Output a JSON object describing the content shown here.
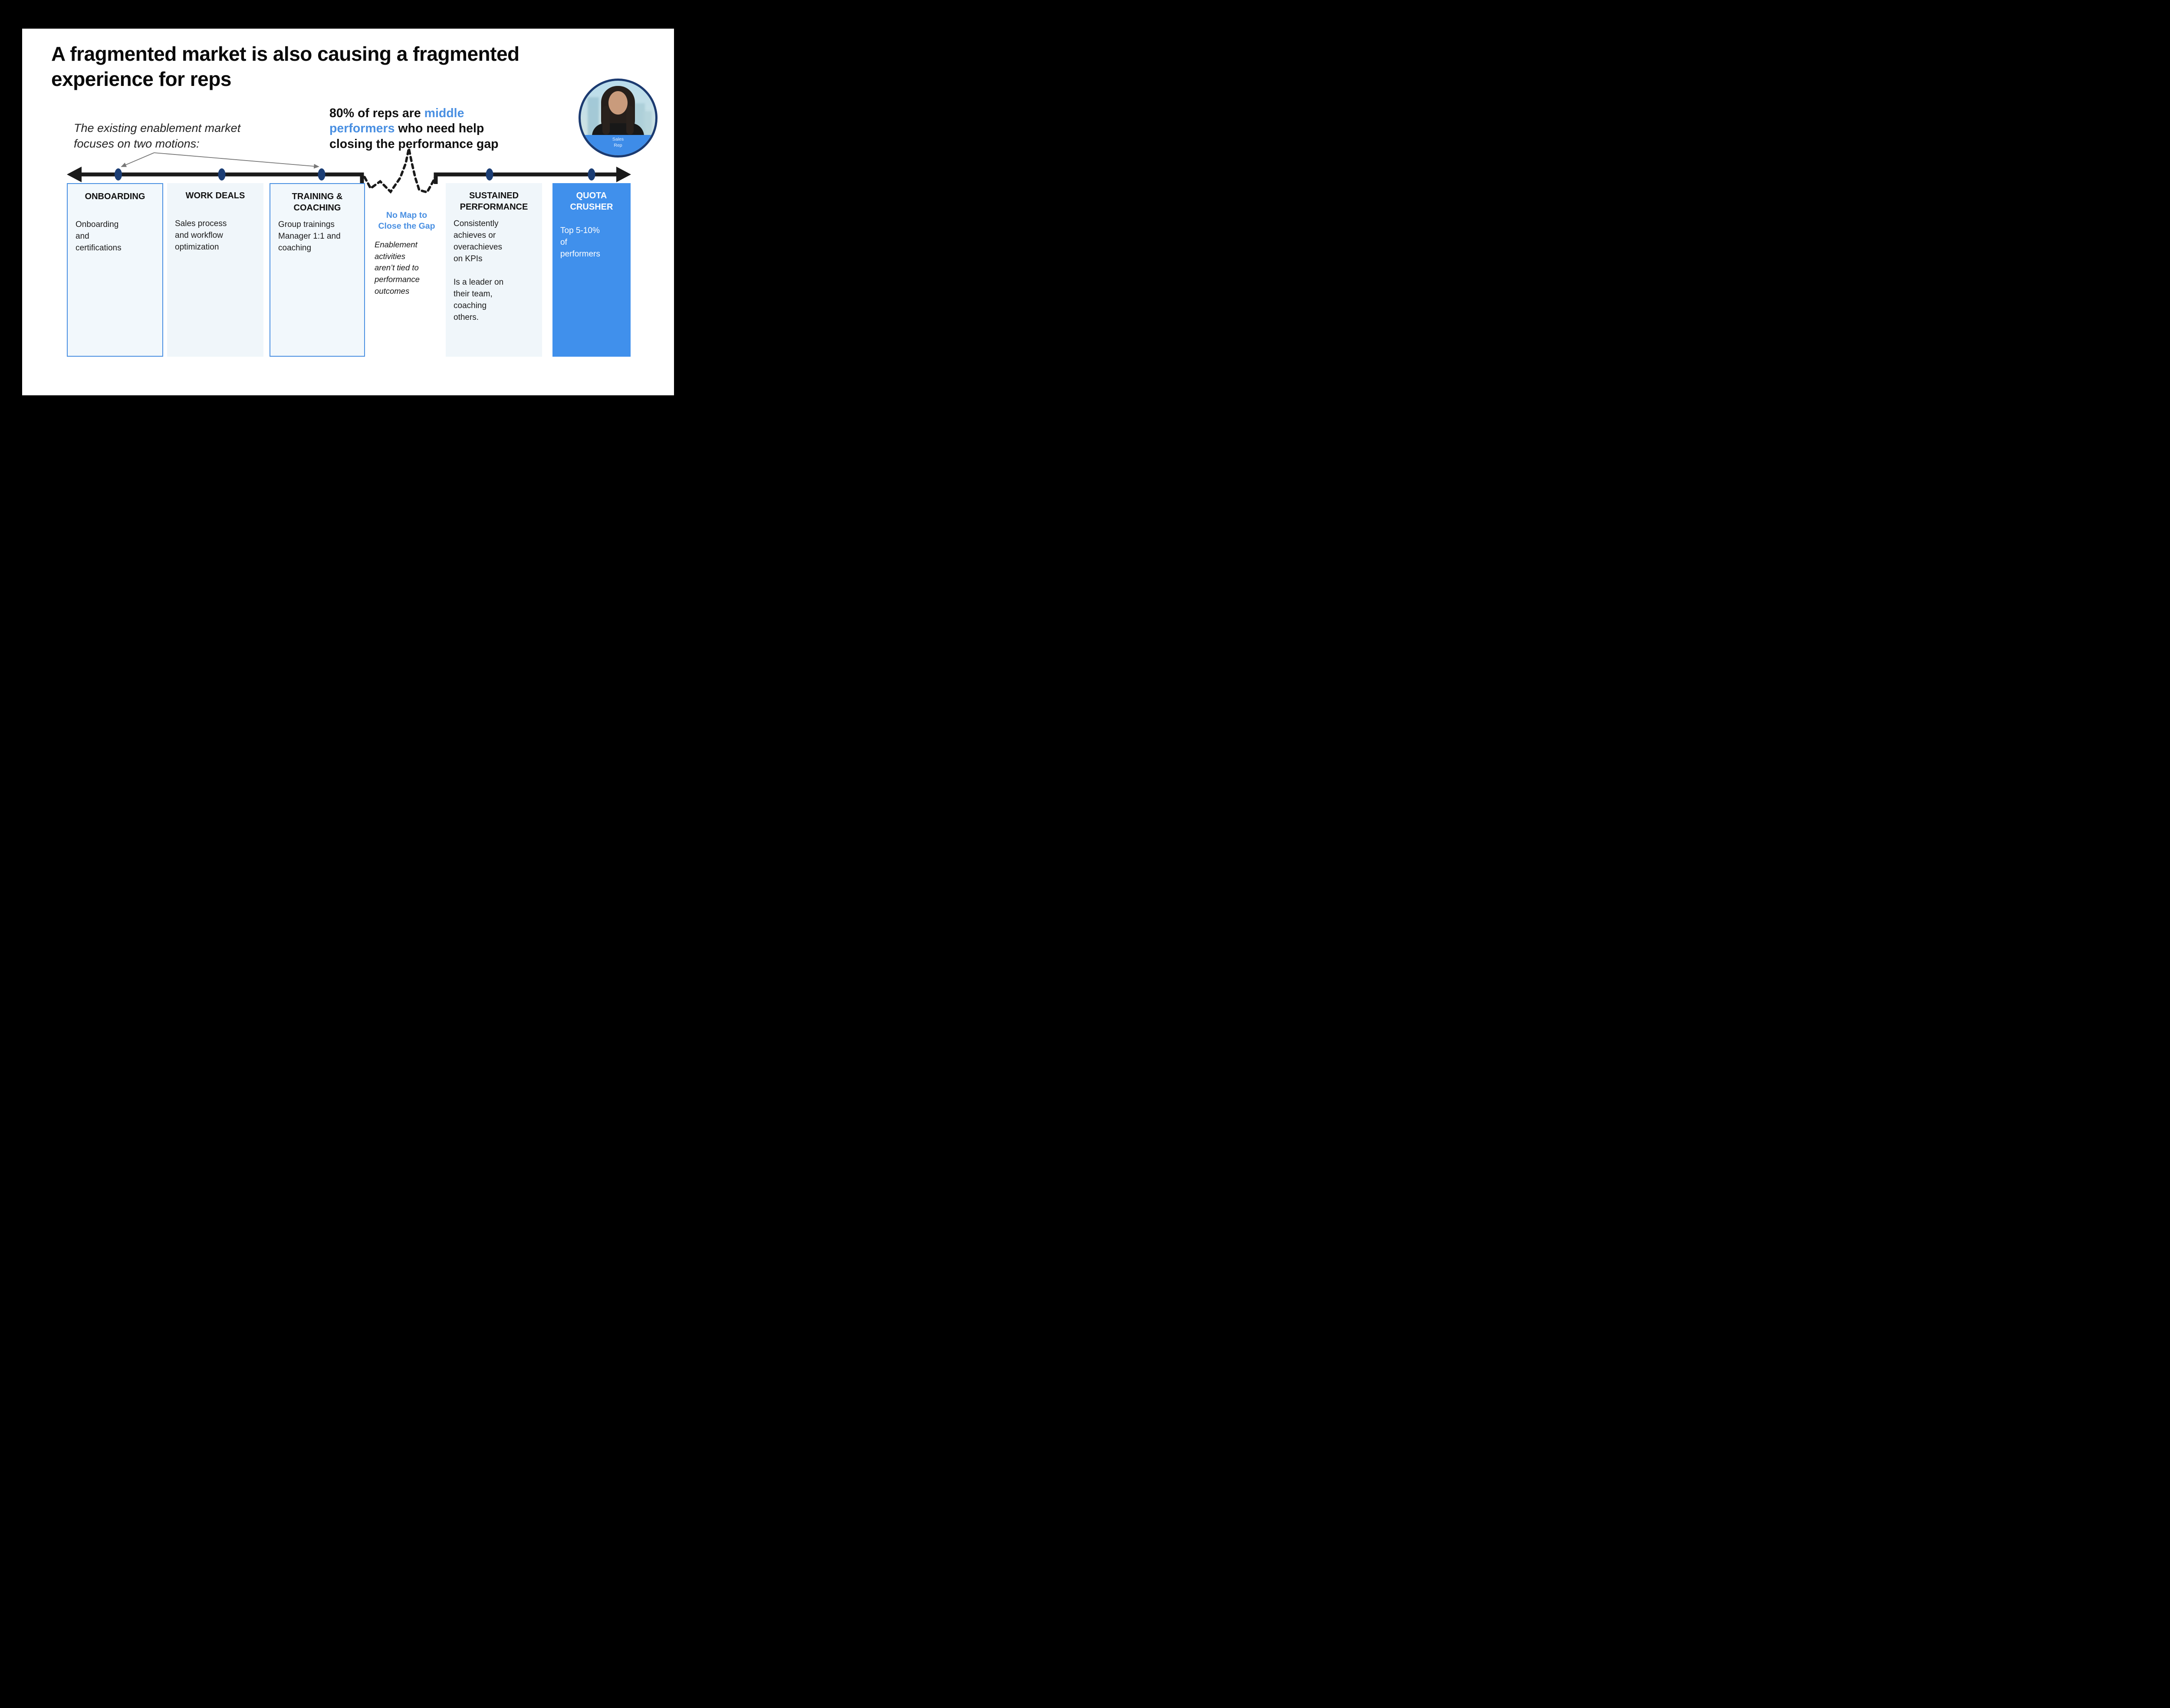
{
  "slide": {
    "title": "A fragmented market is also causing a fragmented\nexperience for reps",
    "left_annotation": "The existing enablement market\nfocuses on two motions:",
    "stat_annotation": {
      "part1": "80% of reps are ",
      "highlight": "middle\nperformers",
      "part2": " who need help\nclosing the performance gap"
    },
    "avatar": {
      "label": "Sales\nRep"
    },
    "boxes": [
      {
        "header": "ONBOARDING",
        "body": "Onboarding\nand\ncertifications"
      },
      {
        "header": "WORK DEALS",
        "body": "Sales process\nand workflow\noptimization"
      },
      {
        "header": "TRAINING &\nCOACHING",
        "body": "Group trainings\nManager 1:1 and\ncoaching"
      },
      {
        "header": "SUSTAINED\nPERFORMANCE",
        "body": "Consistently\nachieves or\noverachieves\non KPIs",
        "body2": "Is a leader on\ntheir team,\ncoaching\nothers."
      },
      {
        "header": "QUOTA\nCRUSHER",
        "body": "Top 5-10%\nof\nperformers"
      }
    ],
    "gap": {
      "title": "No Map to\nClose the Gap",
      "body": "Enablement\nactivities\naren’t tied to\nperformance\noutcomes"
    },
    "colors": {
      "accent_blue": "#4A90E2",
      "solid_blue": "#4090EC",
      "light_fill": "#F2F8FC",
      "navy_dot": "#1C3E75",
      "timeline_black": "#1a1a1a"
    }
  }
}
